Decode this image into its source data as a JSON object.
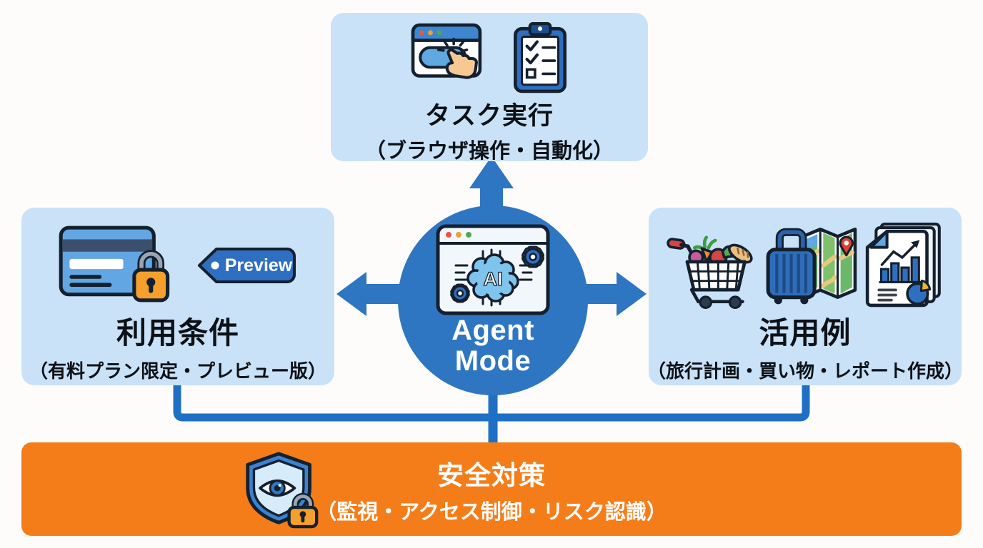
{
  "colors": {
    "background": "#fdfcfa",
    "card_light_blue": "#c9e2f8",
    "primary_blue": "#2e76c2",
    "connector_blue": "#1f70c5",
    "safety_orange": "#f57d19",
    "outline_dark": "#14202e",
    "lock_orange": "#f5a02c",
    "text_dark": "#0d1116",
    "text_white": "#ffffff"
  },
  "top_box": {
    "title": "タスク実行",
    "subtitle": "（ブラウザ操作・自動化）",
    "icons": [
      "browser-click-icon",
      "checklist-clipboard-icon"
    ]
  },
  "left_box": {
    "title": "利用条件",
    "subtitle": "（有料プラン限定・プレビュー版）",
    "tag_label": "Preview",
    "icons": [
      "credit-card-lock-icon",
      "preview-tag"
    ]
  },
  "right_box": {
    "title": "活用例",
    "subtitle": "（旅行計画・買い物・レポート作成）",
    "icons": [
      "shopping-cart-icon",
      "suitcase-map-icon",
      "report-icon"
    ]
  },
  "center": {
    "title_line1": "Agent",
    "title_line2": "Mode",
    "ai_label": "AI",
    "icon": "ai-browser-icon"
  },
  "bottom_bar": {
    "title": "安全対策",
    "subtitle": "（監視・アクセス制御・リスク認識）",
    "icons": [
      "shield-eye-lock-icon"
    ]
  }
}
